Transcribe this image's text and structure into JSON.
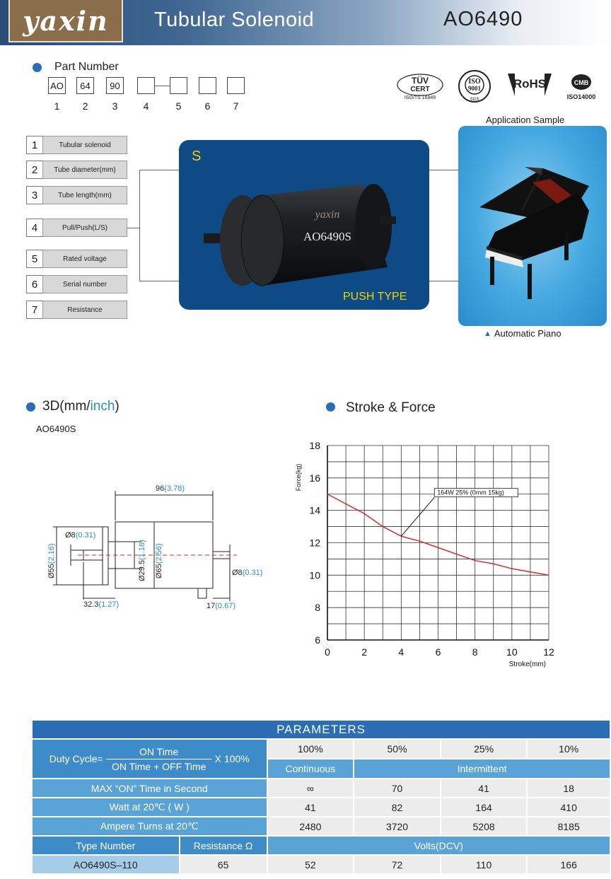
{
  "header": {
    "brand": "yaxin",
    "title": "Tubular Solenoid",
    "model": "AO6490"
  },
  "part_number": {
    "heading": "Part Number",
    "boxes": [
      "AO",
      "64",
      "90",
      "",
      "",
      "",
      ""
    ],
    "positions": [
      "1",
      "2",
      "3",
      "4",
      "5",
      "6",
      "7"
    ]
  },
  "certs": [
    {
      "name": "TÜV CERT",
      "sub": "ISO/TS 16949"
    },
    {
      "name": "ISO 9001",
      "sub": "SGS"
    },
    {
      "name": "RoHS",
      "sub": ""
    },
    {
      "name": "CMB",
      "sub": "ISO14000"
    }
  ],
  "spec_rows": [
    {
      "n": "1",
      "label": "Tubular solenoid"
    },
    {
      "n": "2",
      "label": "Tube diameter(mm)"
    },
    {
      "n": "3",
      "label": "Tube length(mm)"
    },
    {
      "n": "4",
      "label": "Pull/Push(L/S)"
    },
    {
      "n": "5",
      "label": "Rated voltage"
    },
    {
      "n": "6",
      "label": "Serial number"
    },
    {
      "n": "7",
      "label": "Resistance"
    }
  ],
  "product": {
    "letter": "S",
    "engraving_brand": "yaxin",
    "engraving_model": "AO6490S",
    "type": "PUSH TYPE"
  },
  "application": {
    "title": "Application Sample",
    "caption": "Automatic Piano"
  },
  "dimensions": {
    "heading_a": "3D(mm/",
    "heading_b": "inch",
    "heading_c": ")",
    "model": "AO6490S",
    "length": "96",
    "length_in": "(3.78)",
    "shaft_d": "Ø8",
    "shaft_d_in": "(0.31)",
    "flange_d": "Ø55",
    "flange_d_in": "(2.16)",
    "core_d": "Ø29.5",
    "core_d_in": "(1.16)",
    "body_d": "Ø65",
    "body_d_in": "(2.56)",
    "rshaft_d": "Ø8",
    "rshaft_d_in": "(0.31)",
    "left_len": "32.3",
    "left_len_in": "(1.27)",
    "right_len": "17",
    "right_len_in": "(0.67)"
  },
  "chart_heading": "Stroke & Force",
  "chart_data": {
    "type": "line",
    "xlabel": "Stroke(mm)",
    "ylabel": "Force(kg)",
    "xlim": [
      0,
      12
    ],
    "ylim": [
      6,
      18
    ],
    "xticks": [
      0,
      2,
      4,
      6,
      8,
      10,
      12
    ],
    "yticks": [
      6,
      8,
      10,
      12,
      14,
      16,
      18
    ],
    "grid": true,
    "series": [
      {
        "name": "164W 25% (0mm 15kg)",
        "x": [
          0,
          1,
          2,
          3,
          4,
          5,
          6,
          7,
          8,
          9,
          10,
          11,
          12
        ],
        "y": [
          15,
          14.4,
          13.8,
          13.0,
          12.4,
          12.1,
          11.7,
          11.3,
          10.9,
          10.7,
          10.4,
          10.2,
          10.0
        ]
      }
    ],
    "annotation": "164W 25% (0mm 15kg)",
    "color": "#d62b2b"
  },
  "params": {
    "title": "PARAMETERS",
    "duty_label": "Duty Cycle=",
    "duty_num": "ON Time",
    "duty_den": "ON Time + OFF Time",
    "duty_mult": "X 100%",
    "duty": [
      "100%",
      "50%",
      "25%",
      "10%"
    ],
    "continuous": "Continuous",
    "intermittent": "Intermittent",
    "rows": [
      {
        "label": "MAX “ON” Time in Second",
        "values": [
          "∞",
          "70",
          "41",
          "18"
        ]
      },
      {
        "label": "Watt at 20℃ ( W )",
        "values": [
          "41",
          "82",
          "164",
          "410"
        ]
      },
      {
        "label": "Ampere Turns at 20℃",
        "values": [
          "2480",
          "3720",
          "5208",
          "8185"
        ]
      }
    ],
    "type_header": "Type Number",
    "res_header": "Resistance Ω",
    "volts_header": "Volts(DCV)",
    "type_row": {
      "type": "AO6490S–110",
      "res": "65",
      "values": [
        "52",
        "72",
        "110",
        "166"
      ]
    }
  }
}
